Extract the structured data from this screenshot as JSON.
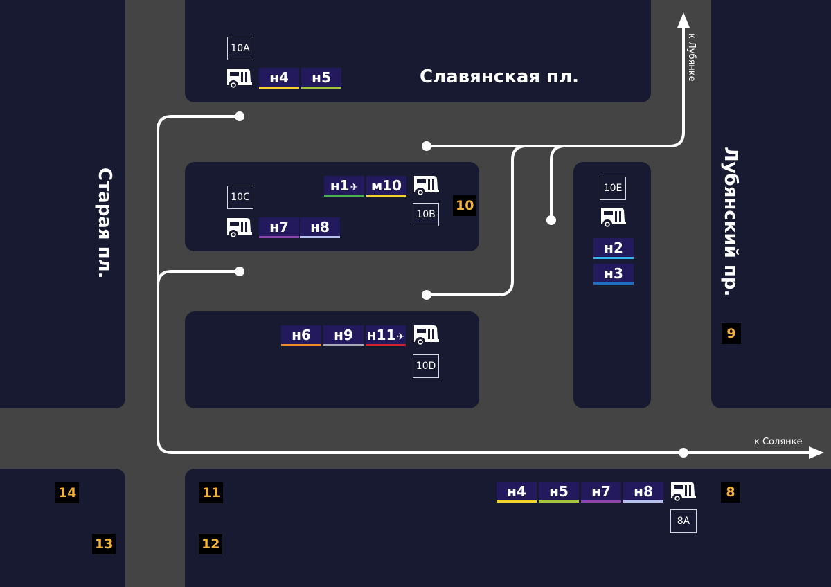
{
  "streets": {
    "slavyanskaya": "Славянская пл.",
    "staraya": "Старая пл.",
    "lubyansky": "Лубянский пр."
  },
  "directions": {
    "to_lubyanka": "к Лубянке",
    "to_solyanka": "к Солянке"
  },
  "stops": [
    {
      "code": "10A",
      "routes": [
        {
          "label": "н4",
          "color": "#f2d22e"
        },
        {
          "label": "н5",
          "color": "#a4c441"
        }
      ]
    },
    {
      "code": "10B",
      "routes": [
        {
          "label": "н1",
          "color": "#4caf50",
          "airport": true
        },
        {
          "label": "м10",
          "color": "#f2d22e"
        }
      ]
    },
    {
      "code": "10C",
      "routes": [
        {
          "label": "н7",
          "color": "#8e44ad"
        },
        {
          "label": "н8",
          "color": "#b7c3ec"
        }
      ]
    },
    {
      "code": "10D",
      "routes": [
        {
          "label": "н6",
          "color": "#f08a24"
        },
        {
          "label": "н9",
          "color": "#a9a9b3"
        },
        {
          "label": "н11",
          "color": "#d0202e",
          "airport": true
        }
      ]
    },
    {
      "code": "10E",
      "routes": [
        {
          "label": "н2",
          "color": "#3aaee6"
        },
        {
          "label": "н3",
          "color": "#1f6fc1"
        }
      ]
    },
    {
      "code": "8A",
      "routes": [
        {
          "label": "н4",
          "color": "#f2d22e"
        },
        {
          "label": "н5",
          "color": "#a4c441"
        },
        {
          "label": "н7",
          "color": "#8e44ad"
        },
        {
          "label": "н8",
          "color": "#b7c3ec"
        }
      ]
    }
  ],
  "exits": [
    "10",
    "9",
    "8",
    "11",
    "12",
    "13",
    "14"
  ],
  "icons": {
    "bus": "bus-icon",
    "airport": "airplane-icon"
  },
  "colors": {
    "road": "#444444",
    "block": "#181a31",
    "route_bg": "#231a5e",
    "exit_text": "#f3b23a",
    "path": "#ffffff"
  }
}
